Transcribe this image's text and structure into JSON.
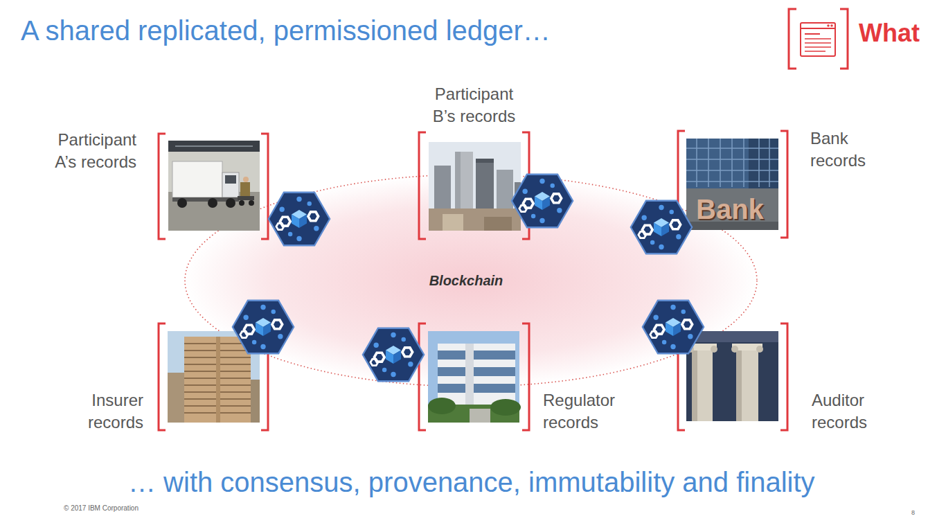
{
  "diagram": {
    "title": "A shared replicated, permissioned ledger…",
    "caption": "… with consensus, provenance, immutability and finality",
    "nodes": [
      {
        "text": [
          "Participant A’s records"
        ]
      },
      {
        "text": [
          "Participant B’s records"
        ]
      },
      {
        "text": [
          "Bank records"
        ]
      },
      {
        "text": [
          "Blockchain"
        ]
      },
      {
        "text": [
          "Insurer records"
        ]
      },
      {
        "text": [
          "Regulator records"
        ]
      },
      {
        "text": [
          "Auditor records"
        ]
      }
    ],
    "labels": [
      "What",
      "Bank",
      "© 2017 IBM Corporation",
      "8"
    ]
  }
}
